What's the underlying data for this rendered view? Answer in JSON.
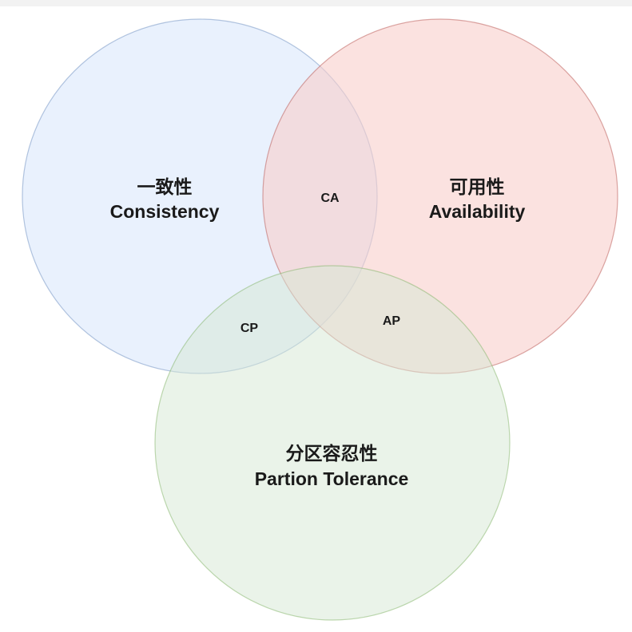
{
  "sets": [
    {
      "id": "consistency",
      "title_zh": "一致性",
      "title_en": "Consistency",
      "fill": "#dae8fc",
      "stroke": "#6c8ebf"
    },
    {
      "id": "availability",
      "title_zh": "可用性",
      "title_en": "Availability",
      "fill": "#f8cecc",
      "stroke": "#b85450"
    },
    {
      "id": "partition-tolerance",
      "title_zh": "分区容忍性",
      "title_en": "Partion Tolerance",
      "fill": "#d5e8d4",
      "stroke": "#82b366"
    }
  ],
  "overlaps": [
    {
      "id": "ca",
      "label": "CA"
    },
    {
      "id": "cp",
      "label": "CP"
    },
    {
      "id": "ap",
      "label": "AP"
    }
  ]
}
